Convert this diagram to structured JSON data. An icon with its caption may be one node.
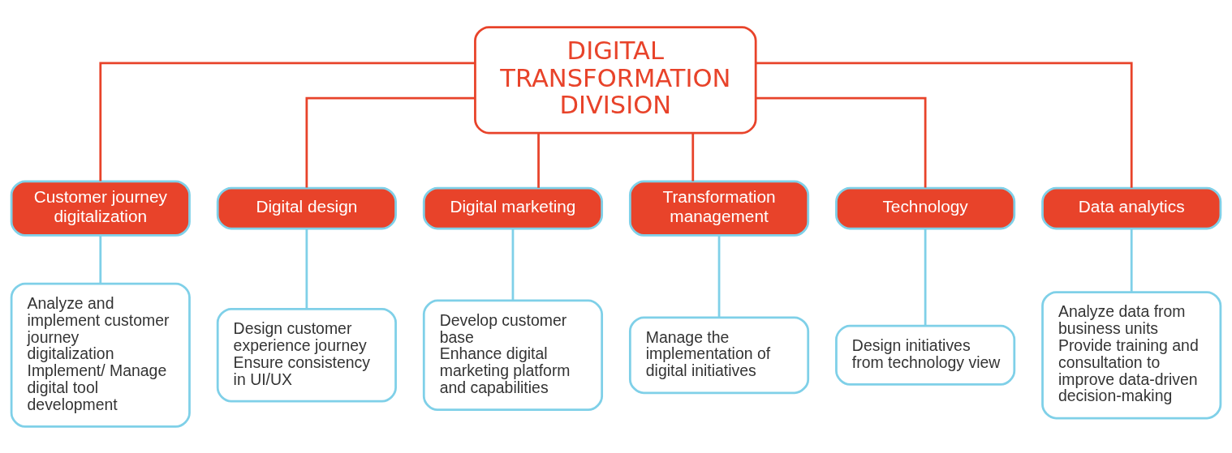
{
  "diagram": {
    "nodes": [
      {
        "text": [
          "DIGITAL TRANSFORMATION DIVISION"
        ]
      },
      {
        "text": [
          "Customer journey digitalization"
        ]
      },
      {
        "text": [
          "Analyze and implement customer journey digitalization",
          "Implement/ Manage digital tool development"
        ]
      },
      {
        "text": [
          "Digital design"
        ]
      },
      {
        "text": [
          "Design customer experience journey",
          "Ensure consistency in UI/UX"
        ]
      },
      {
        "text": [
          "Digital marketing"
        ]
      },
      {
        "text": [
          "Develop customer base",
          "Enhance digital marketing platform and capabilities"
        ]
      },
      {
        "text": [
          "Transformation management"
        ]
      },
      {
        "text": [
          "Manage the implementation of digital initiatives"
        ]
      },
      {
        "text": [
          "Technology"
        ]
      },
      {
        "text": [
          "Design initiatives from technology view"
        ]
      },
      {
        "text": [
          "Data analytics"
        ]
      },
      {
        "text": [
          "Analyze data from business units",
          "Provide training and consultation to improve data-driven decision-making"
        ]
      }
    ],
    "edges": [
      {
        "from": 0,
        "to": 1,
        "arrow": "none"
      },
      {
        "from": 0,
        "to": 3,
        "arrow": "none"
      },
      {
        "from": 0,
        "to": 5,
        "arrow": "none"
      },
      {
        "from": 0,
        "to": 7,
        "arrow": "none"
      },
      {
        "from": 0,
        "to": 9,
        "arrow": "none"
      },
      {
        "from": 0,
        "to": 11,
        "arrow": "none"
      },
      {
        "from": 1,
        "to": 2,
        "arrow": "none",
        "color": "#7fd0e8"
      },
      {
        "from": 3,
        "to": 4,
        "arrow": "none",
        "color": "#7fd0e8"
      },
      {
        "from": 5,
        "to": 6,
        "arrow": "none",
        "color": "#7fd0e8"
      },
      {
        "from": 7,
        "to": 8,
        "arrow": "none",
        "color": "#7fd0e8"
      },
      {
        "from": 9,
        "to": 10,
        "arrow": "none",
        "color": "#7fd0e8"
      },
      {
        "from": 11,
        "to": 12,
        "arrow": "none",
        "color": "#7fd0e8"
      }
    ]
  }
}
